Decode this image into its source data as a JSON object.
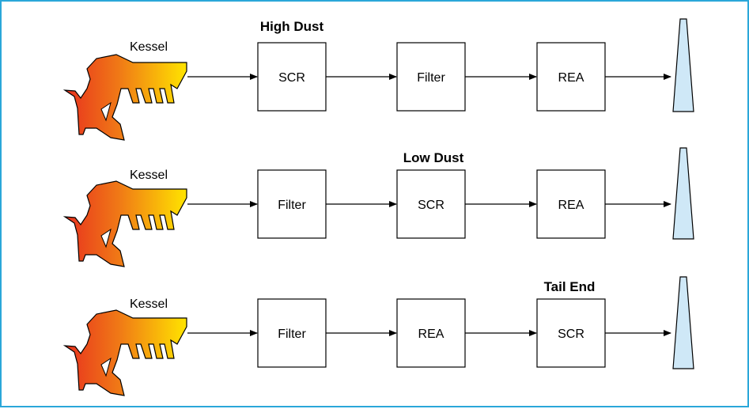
{
  "rows": [
    {
      "title": "High Dust",
      "source": "Kessel",
      "steps": [
        "SCR",
        "Filter",
        "REA"
      ]
    },
    {
      "title": "Low Dust",
      "source": "Kessel",
      "steps": [
        "Filter",
        "SCR",
        "REA"
      ]
    },
    {
      "title": "Tail End",
      "source": "Kessel",
      "steps": [
        "Filter",
        "REA",
        "SCR"
      ]
    }
  ],
  "colors": {
    "frame": "#2aa7d9",
    "boiler_gradient": [
      "#e8321e",
      "#f07a16",
      "#ffe400"
    ],
    "stack_fill": "#cfe8f7"
  },
  "icons": [
    "boiler-icon",
    "chimney-icon"
  ]
}
